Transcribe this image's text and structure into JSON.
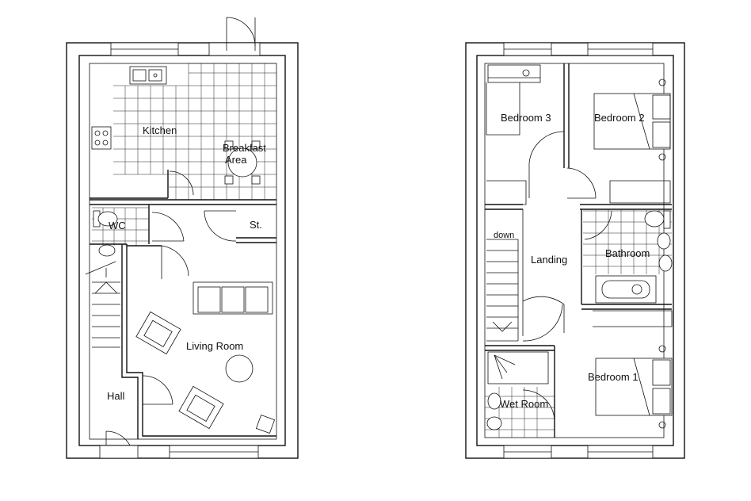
{
  "ground_floor": {
    "rooms": {
      "kitchen": "Kitchen",
      "breakfast_line1": "Breakfast",
      "breakfast_line2": "Area",
      "wc": "WC",
      "store": "St.",
      "living_room": "Living Room",
      "hall": "Hall"
    }
  },
  "first_floor": {
    "rooms": {
      "bedroom_3": "Bedroom 3",
      "bedroom_2": "Bedroom 2",
      "landing": "Landing",
      "bathroom": "Bathroom",
      "bedroom_1": "Bedroom 1",
      "wet_room": "Wet Room"
    },
    "stair_note": "down"
  }
}
